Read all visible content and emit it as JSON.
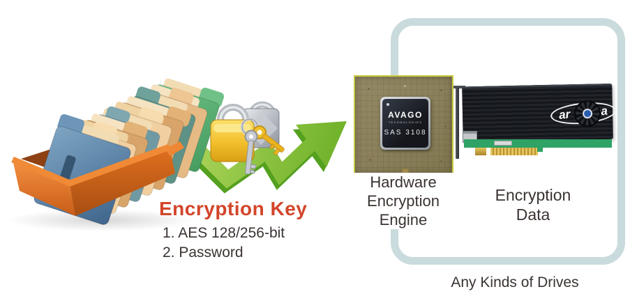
{
  "encryption_key": {
    "title": "Encryption Key",
    "items": [
      "1. AES 128/256-bit",
      "2. Password"
    ]
  },
  "hardware_engine": {
    "line1": "Hardware",
    "line2": "Encryption",
    "line3": "Engine"
  },
  "encryption_data": {
    "line1": "Encryption",
    "line2": "Data"
  },
  "caption": {
    "drives": "Any Kinds of Drives"
  },
  "chip": {
    "brand": "AVAGO",
    "brand_sub": "TECHNOLOGIES",
    "model": "SAS 3108"
  },
  "card": {
    "logo_left": "ar",
    "logo_right": "ca"
  },
  "colors": {
    "accent_red": "#d3452a",
    "frame_blue": "#c9dbdc",
    "arrow_green": "#7cb82f",
    "box_orange": "#e87a28",
    "pcb_green": "#2fa265",
    "text_dark": "#3a3331"
  }
}
